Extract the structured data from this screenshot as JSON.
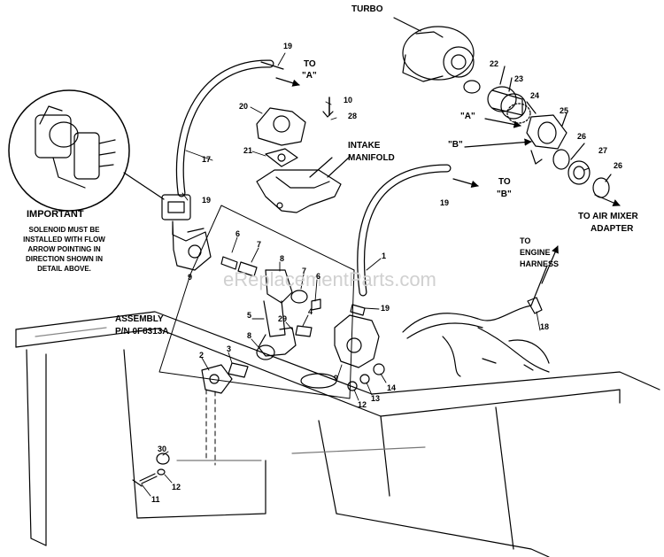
{
  "callouts": {
    "turbo": "TURBO",
    "intake_manifold_1": "INTAKE",
    "intake_manifold_2": "MANIFOLD",
    "to_a_1": "TO",
    "to_a_2": "\"A\"",
    "to_b_1": "TO",
    "to_b_2": "\"B\"",
    "a_in": "\"A\"",
    "b_in": "\"B\"",
    "air_mixer_1": "TO AIR MIXER",
    "air_mixer_2": "ADAPTER",
    "engine_harness_1": "TO",
    "engine_harness_2": "ENGINE",
    "engine_harness_3": "HARNESS",
    "assembly_1": "ASSEMBLY",
    "assembly_2": "P/N 0F8313A",
    "important_title": "IMPORTANT",
    "important_lines": [
      "SOLENOID MUST BE",
      "INSTALLED WITH FLOW",
      "ARROW POINTING IN",
      "DIRECTION SHOWN IN",
      "DETAIL ABOVE."
    ]
  },
  "part_numbers": {
    "p19a": "19",
    "p10": "10",
    "p28": "28",
    "p20": "20",
    "p21": "21",
    "p17": "17",
    "p19b": "19",
    "p22": "22",
    "p23": "23",
    "p24": "24",
    "p25": "25",
    "p26a": "26",
    "p27": "27",
    "p26b": "26",
    "p19c": "19",
    "p1": "1",
    "p19d": "19",
    "p6": "6",
    "p7a": "7",
    "p8a": "8",
    "p7b": "7",
    "p6b": "6",
    "p9a": "9",
    "p5": "5",
    "p29": "29",
    "p4": "4",
    "p3": "3",
    "p8b": "8",
    "p2": "2",
    "p9b": "9",
    "p14": "14",
    "p13": "13",
    "p12a": "12",
    "p18": "18",
    "p30": "30",
    "p12b": "12",
    "p11": "11"
  },
  "watermark": "eReplacementParts.com"
}
